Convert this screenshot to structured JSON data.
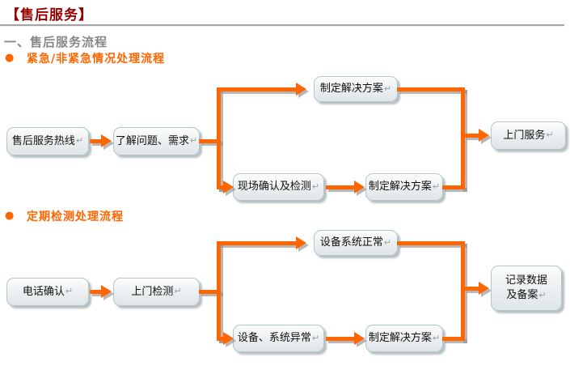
{
  "page": {
    "title": "【售后服务】",
    "section_heading": "一、售后服务流程"
  },
  "marks": {
    "bullet": "●",
    "return": "↵"
  },
  "colors": {
    "accent_orange": "#FF6600",
    "title_red": "#990000",
    "heading_gray": "#878787",
    "node_border": "#b3c6cb",
    "shadow_gray": "#919191"
  },
  "flowchart_emergency": {
    "heading": "紧急/非紧急情况处理流程",
    "nodes": {
      "hotline": "售后服务热线",
      "understand": "了解问题、需求",
      "plan_top": "制定解决方案",
      "onsite_check": "现场确认及检测",
      "plan_bottom": "制定解决方案",
      "door_service": "上门服务"
    }
  },
  "flowchart_periodic": {
    "heading": "定期检测处理流程",
    "nodes": {
      "phone_confirm": "电话确认",
      "door_check": "上门检测",
      "system_normal": "设备系统正常",
      "system_abnormal": "设备、系统异常",
      "plan_bottom": "制定解决方案",
      "record_line1": "记录数据",
      "record_line2": "及备案"
    }
  }
}
